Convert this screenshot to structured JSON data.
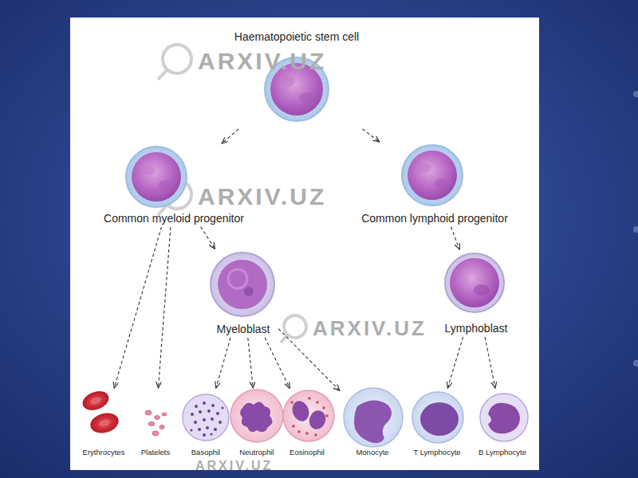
{
  "diagram": {
    "nodes": [
      {
        "text": [
          "Haematopoietic stem cell"
        ]
      },
      {
        "text": [
          "Common myeloid progenitor"
        ]
      },
      {
        "text": [
          "Common lymphoid progenitor"
        ]
      },
      {
        "text": [
          "Myeloblast"
        ]
      },
      {
        "text": [
          "Lymphoblast"
        ]
      },
      {
        "text": [
          "Erythrocytes"
        ]
      },
      {
        "text": [
          "Platelets"
        ]
      },
      {
        "text": [
          "Basophil"
        ]
      },
      {
        "text": [
          "Neutrophil"
        ]
      },
      {
        "text": [
          "Eosinophil"
        ]
      },
      {
        "text": [
          "Monocyte"
        ]
      },
      {
        "text": [
          "T Lymphocyte"
        ]
      },
      {
        "text": [
          "B Lymphocyte"
        ]
      }
    ],
    "edges": [
      {
        "from": 0,
        "to": 1,
        "arrow": "to"
      },
      {
        "from": 0,
        "to": 2,
        "arrow": "to"
      },
      {
        "from": 1,
        "to": 5,
        "arrow": "to"
      },
      {
        "from": 1,
        "to": 6,
        "arrow": "to"
      },
      {
        "from": 1,
        "to": 3,
        "arrow": "to"
      },
      {
        "from": 2,
        "to": 4,
        "arrow": "to"
      },
      {
        "from": 3,
        "to": 7,
        "arrow": "to"
      },
      {
        "from": 3,
        "to": 8,
        "arrow": "to"
      },
      {
        "from": 3,
        "to": 9,
        "arrow": "to"
      },
      {
        "from": 3,
        "to": 10,
        "arrow": "to"
      },
      {
        "from": 4,
        "to": 11,
        "arrow": "to"
      },
      {
        "from": 4,
        "to": 12,
        "arrow": "to"
      }
    ],
    "labels": [
      "ARXIV.UZ",
      "ARXIV.UZ",
      "ARXIV.UZ",
      "ARXIV.UZ"
    ]
  }
}
